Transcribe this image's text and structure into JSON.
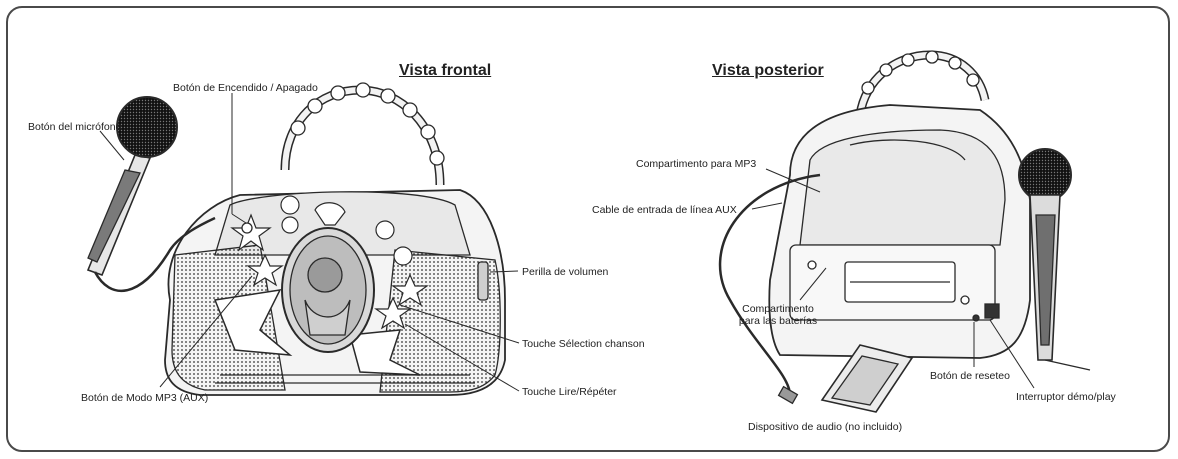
{
  "front": {
    "heading": "Vista frontal",
    "labels": {
      "power": "Botón de Encendido / Apagado",
      "mic_button": "Botón del micrófono",
      "volume": "Perilla de volumen",
      "song_select": "Touche Sélection chanson",
      "play_repeat": "Touche Lire/Répéter",
      "mp3_mode": "Botón de Modo MP3 (AUX)"
    }
  },
  "back": {
    "heading": "Vista posterior",
    "labels": {
      "mp3_compartment": "Compartimento para MP3",
      "aux_cable": "Cable de entrada de línea AUX",
      "battery_line1": "Compartimento",
      "battery_line2": "para las baterías",
      "reset": "Botón de reseteo",
      "demo_switch": "Interruptor démo/play",
      "audio_device": "Dispositivo de audio (no incluido)"
    }
  },
  "colors": {
    "line": "#2a2a2a",
    "fill_light": "#e6e6e6",
    "fill_mid": "#bdbdbd",
    "border": "#4a4a4a"
  }
}
